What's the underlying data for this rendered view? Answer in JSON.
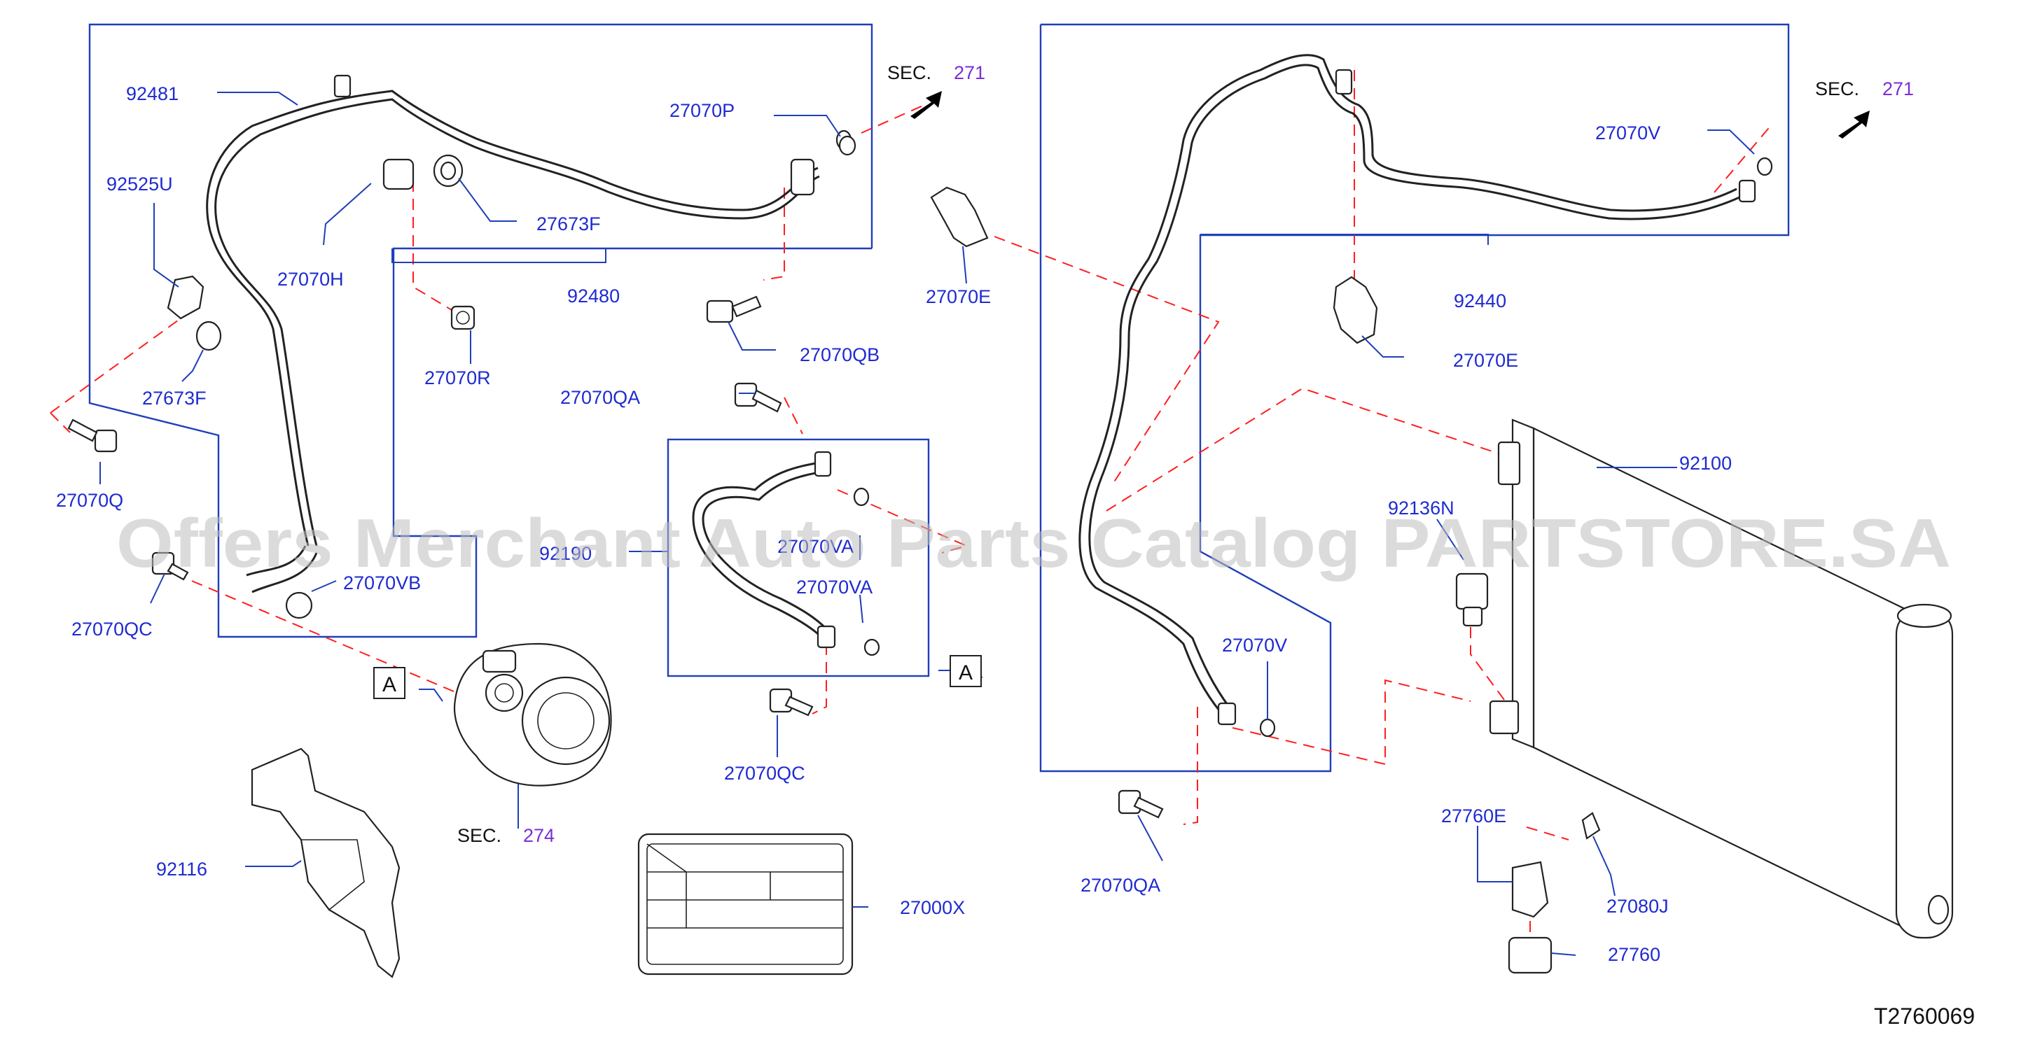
{
  "diagram_id": "T2760069",
  "watermark": "Offers Merchant Auto Parts Catalog PARTSTORE.SA",
  "section_refs": [
    {
      "prefix": "SEC.",
      "number": "271"
    },
    {
      "prefix": "SEC.",
      "number": "271"
    },
    {
      "prefix": "SEC.",
      "number": "274"
    }
  ],
  "connectors": [
    "A",
    "A"
  ],
  "parts": {
    "p92481": "92481",
    "p92525U": "92525U",
    "p27673F_a": "27673F",
    "p27673F_b": "27673F",
    "p27070H": "27070H",
    "p27070P": "27070P",
    "p92480": "92480",
    "p27070R": "27070R",
    "p27070QB": "27070QB",
    "p27070Q": "27070Q",
    "p27070VB": "27070VB",
    "p27070QC_a": "27070QC",
    "p27070QC_b": "27070QC",
    "p27070QA_a": "27070QA",
    "p27070QA_b": "27070QA",
    "p92190": "92190",
    "p27070VA_a": "27070VA",
    "p27070VA_b": "27070VA",
    "p27070E_a": "27070E",
    "p27070E_b": "27070E",
    "p27070V_a": "27070V",
    "p27070V_b": "27070V",
    "p92440": "92440",
    "p92100": "92100",
    "p92136N": "92136N",
    "p92116": "92116",
    "p27000X": "27000X",
    "p27760E": "27760E",
    "p27080J": "27080J",
    "p27760": "27760"
  }
}
